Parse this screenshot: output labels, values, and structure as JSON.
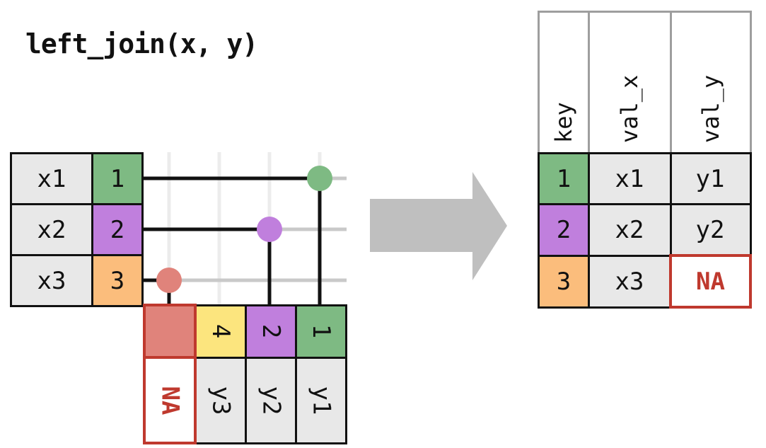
{
  "title": "left_join(x, y)",
  "table_x": {
    "rows": [
      {
        "val": "x1",
        "key": "1"
      },
      {
        "val": "x2",
        "key": "2"
      },
      {
        "val": "x3",
        "key": "3"
      }
    ]
  },
  "table_y": {
    "columns": [
      {
        "key": "",
        "val": "NA"
      },
      {
        "key": "4",
        "val": "y3"
      },
      {
        "key": "2",
        "val": "y2"
      },
      {
        "key": "1",
        "val": "y1"
      }
    ]
  },
  "result_table": {
    "headers": [
      "key",
      "val_x",
      "val_y"
    ],
    "rows": [
      {
        "key": "1",
        "val_x": "x1",
        "val_y": "y1"
      },
      {
        "key": "2",
        "val_x": "x2",
        "val_y": "y2"
      },
      {
        "key": "3",
        "val_x": "x3",
        "val_y": "NA"
      }
    ]
  },
  "colors": {
    "key_green": "#7eba83",
    "key_purple": "#c07fdd",
    "key_orange": "#fbbd7c",
    "key_yellow": "#fce57e",
    "na_fill": "#e0837b",
    "na_accent": "#bf392e",
    "cell_gray": "#e8e8e8",
    "header_border_gray": "#9e9e9e",
    "arrow_gray": "#bfbfbf",
    "grid_horizontal_gray": "#c9c9c9",
    "grid_vertical_gray": "#ececec",
    "line_black": "#111111"
  }
}
